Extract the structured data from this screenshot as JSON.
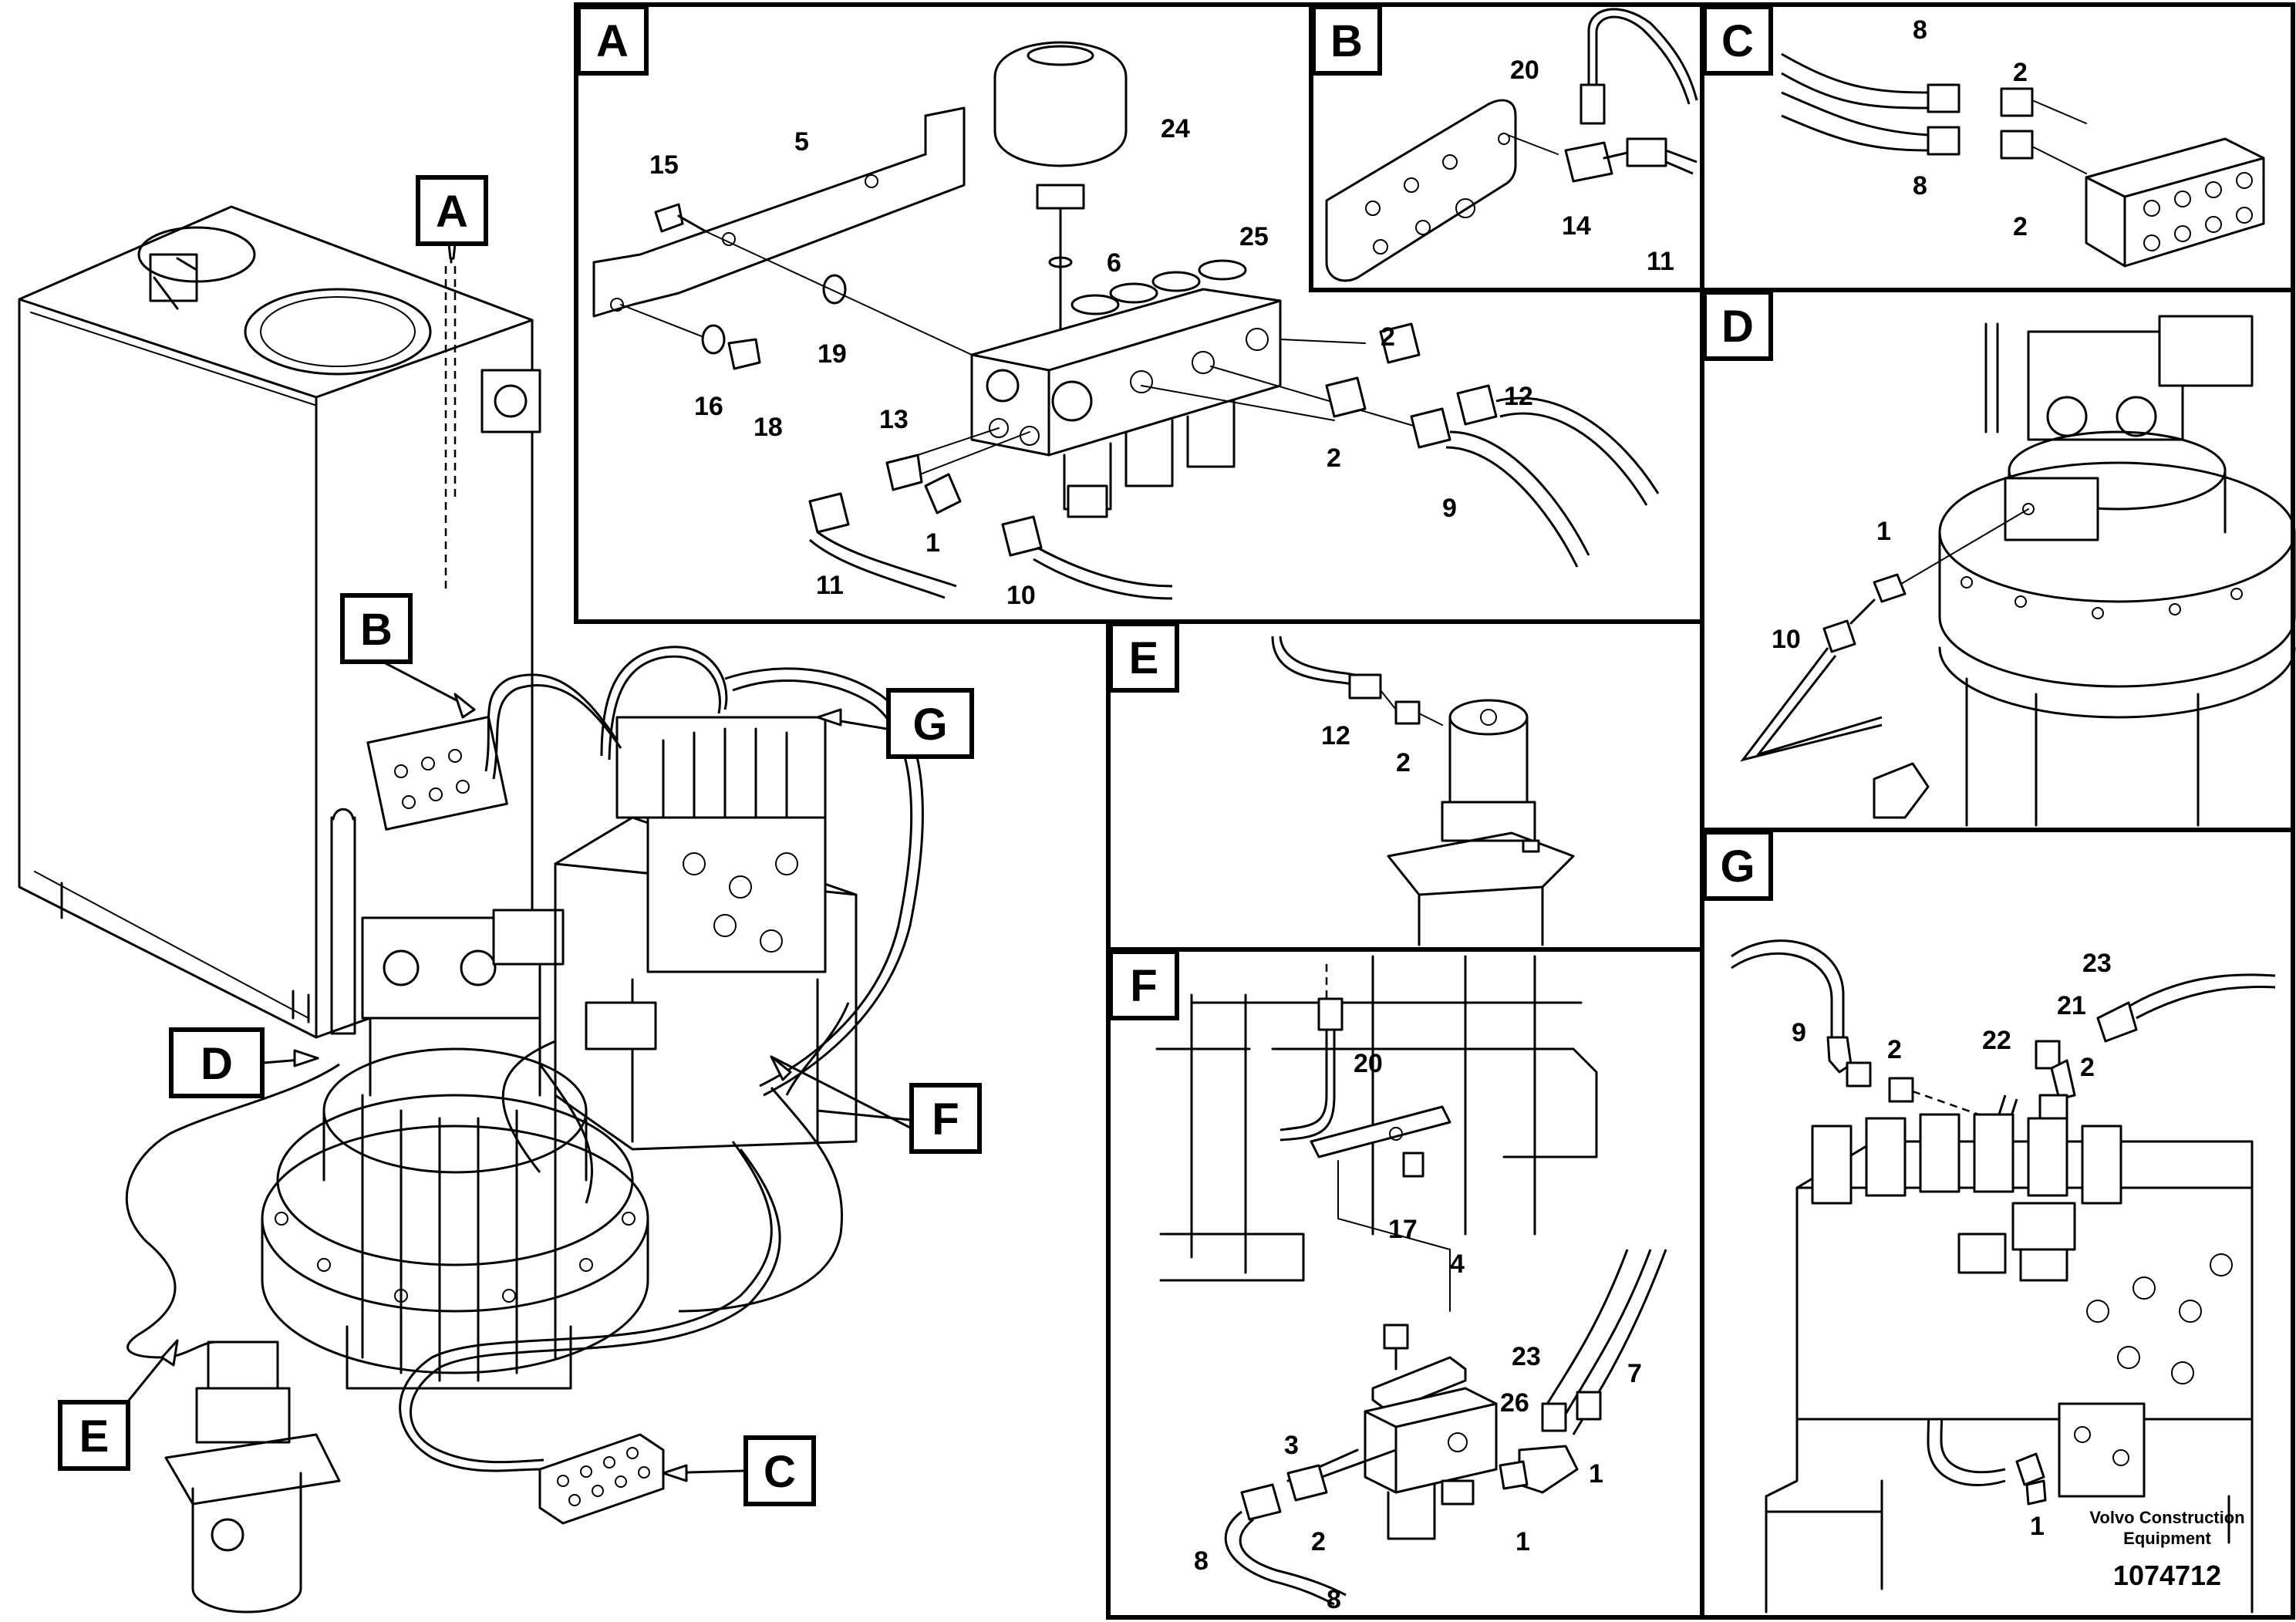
{
  "callouts": {
    "main": [
      "A",
      "B",
      "C",
      "D",
      "E",
      "F",
      "G"
    ],
    "panel_letters": [
      "A",
      "B",
      "C",
      "D",
      "E",
      "F",
      "G"
    ]
  },
  "panel_a": {
    "letter": "A",
    "parts": [
      "15",
      "5",
      "24",
      "6",
      "25",
      "19",
      "16",
      "18",
      "13",
      "2",
      "12",
      "2",
      "9",
      "11",
      "1",
      "10"
    ]
  },
  "panel_b": {
    "letter": "B",
    "parts": [
      "20",
      "14",
      "11"
    ]
  },
  "panel_c": {
    "letter": "C",
    "parts": [
      "8",
      "2",
      "8",
      "2"
    ]
  },
  "panel_d": {
    "letter": "D",
    "parts": [
      "1",
      "10"
    ]
  },
  "panel_e": {
    "letter": "E",
    "parts": [
      "12",
      "2"
    ]
  },
  "panel_f": {
    "letter": "F",
    "parts": [
      "20",
      "17",
      "4",
      "23",
      "7",
      "26",
      "3",
      "1",
      "2",
      "1",
      "8",
      "8"
    ]
  },
  "panel_g": {
    "letter": "G",
    "parts": [
      "23",
      "9",
      "2",
      "22",
      "21",
      "2",
      "1"
    ]
  },
  "footer": {
    "brand_line1": "Volvo Construction",
    "brand_line2": "Equipment",
    "doc_number": "1074712"
  }
}
